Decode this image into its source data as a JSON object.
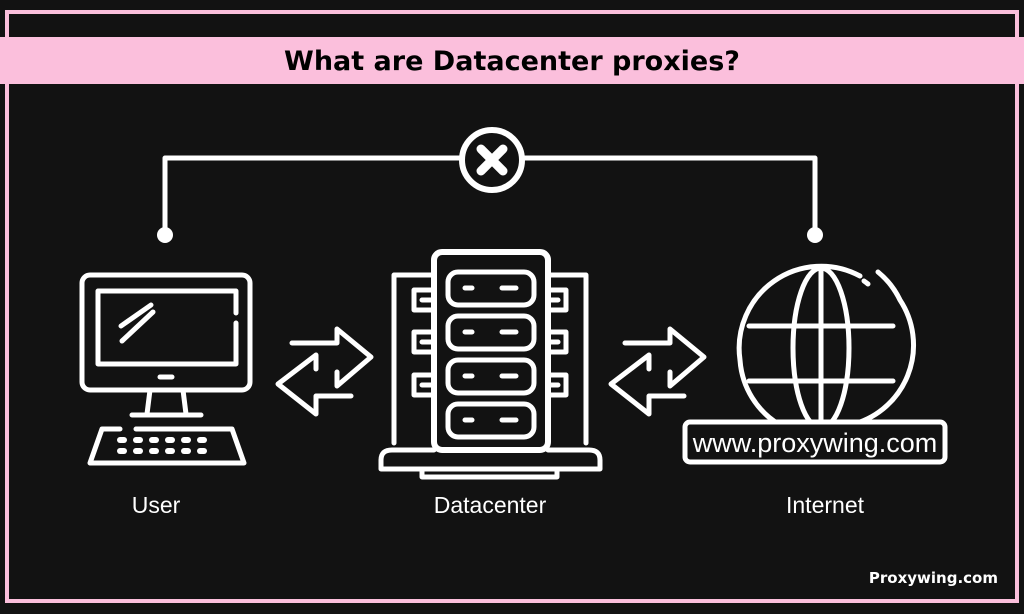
{
  "title": "What are Datacenter proxies?",
  "nodes": {
    "user": "User",
    "datacenter": "Datacenter",
    "internet": "Internet"
  },
  "url_box": "www.proxywing.com",
  "watermark": "Proxywing.com",
  "colors": {
    "background": "#121212",
    "accent_pink": "#fbbfdc",
    "line": "#ffffff"
  },
  "icons": [
    "x-circle-icon",
    "monitor-icon",
    "keyboard-icon",
    "exchange-arrows-icon",
    "server-icon",
    "globe-icon"
  ]
}
